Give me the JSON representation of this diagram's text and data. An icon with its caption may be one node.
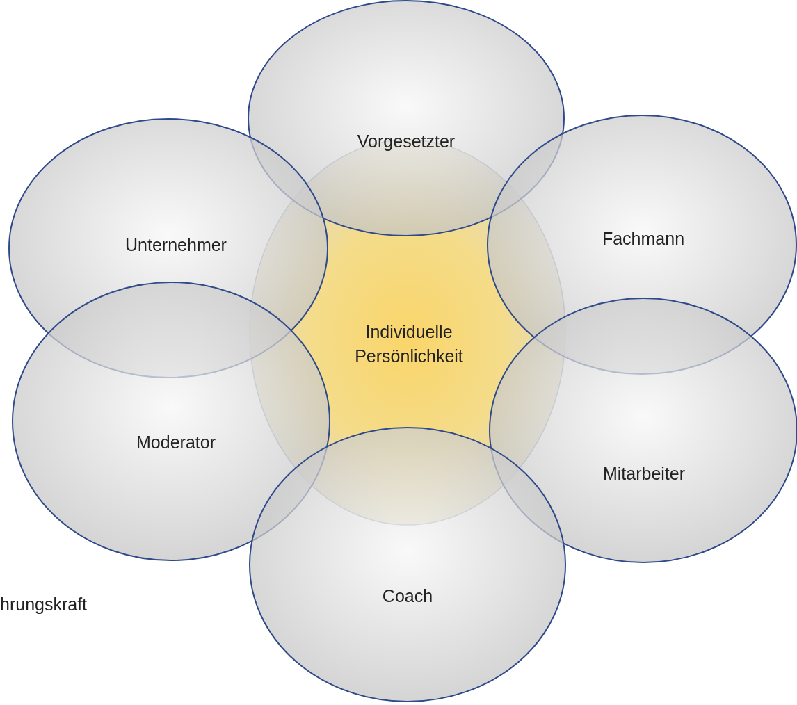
{
  "diagram": {
    "nodes": [
      {
        "text": [
          "Vorgesetzter"
        ]
      },
      {
        "text": [
          "Unternehmer"
        ]
      },
      {
        "text": [
          "Fachmann"
        ]
      },
      {
        "text": [
          "Individuelle Persönlichkeit"
        ]
      },
      {
        "text": [
          "Moderator"
        ]
      },
      {
        "text": [
          "Mitarbeiter"
        ]
      },
      {
        "text": [
          "Coach"
        ]
      }
    ],
    "labels": [
      "hrungskraft"
    ]
  }
}
